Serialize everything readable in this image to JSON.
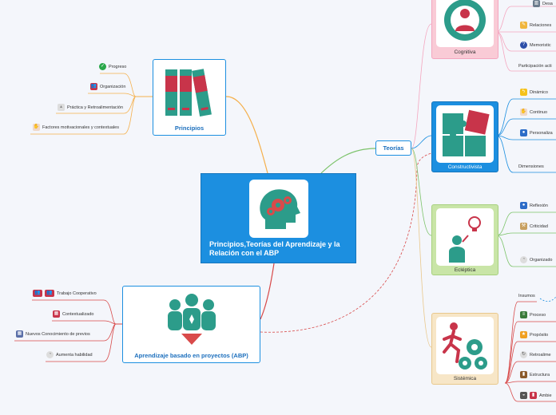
{
  "central": {
    "title": "Principios,Teorías del Aprendizaje y la Relación con el ABP"
  },
  "principios": {
    "title": "Principios",
    "items": [
      "Progreso",
      "Organización",
      "Práctica y Retroalimentación",
      "Factores motivacionales y contextuales"
    ]
  },
  "abp": {
    "title": "Aprendizaje basado en proyectos (ABP)",
    "items": [
      "Trabajo Cooperativo",
      "Contextualizado",
      "Nuevos Conocimiento de previos",
      "Aumenta habilidad"
    ]
  },
  "teorias": {
    "title": "Teorías",
    "cognitiva": {
      "title": "Cognitiva",
      "items": [
        "Desa",
        "Relaciones",
        "Memoristic",
        "Participación acti"
      ]
    },
    "constructivista": {
      "title": "Constructivista",
      "items": [
        "Dinámico",
        "Continuo",
        "Personaliza",
        "Dimensiones"
      ]
    },
    "ecleptica": {
      "title": "Ecléptica",
      "items": [
        "Reflexión",
        "Criticidad",
        "Organizado"
      ]
    },
    "sistemica": {
      "title": "Sistémica",
      "items": [
        "Insumos",
        "Proceso",
        "Propósito",
        "Retroalime",
        "Estructura",
        "Ambie"
      ]
    }
  },
  "colors": {
    "central": "#1c8fe0",
    "principios_line": "#f5b04c",
    "abp_line": "#d84a4a",
    "teorias_line": "#7cc36a",
    "cognitiva": "#f9cbd6",
    "constructivista": "#1c8fe0",
    "ecleptica": "#c9e5a7",
    "sistemica": "#f7e6c7"
  }
}
